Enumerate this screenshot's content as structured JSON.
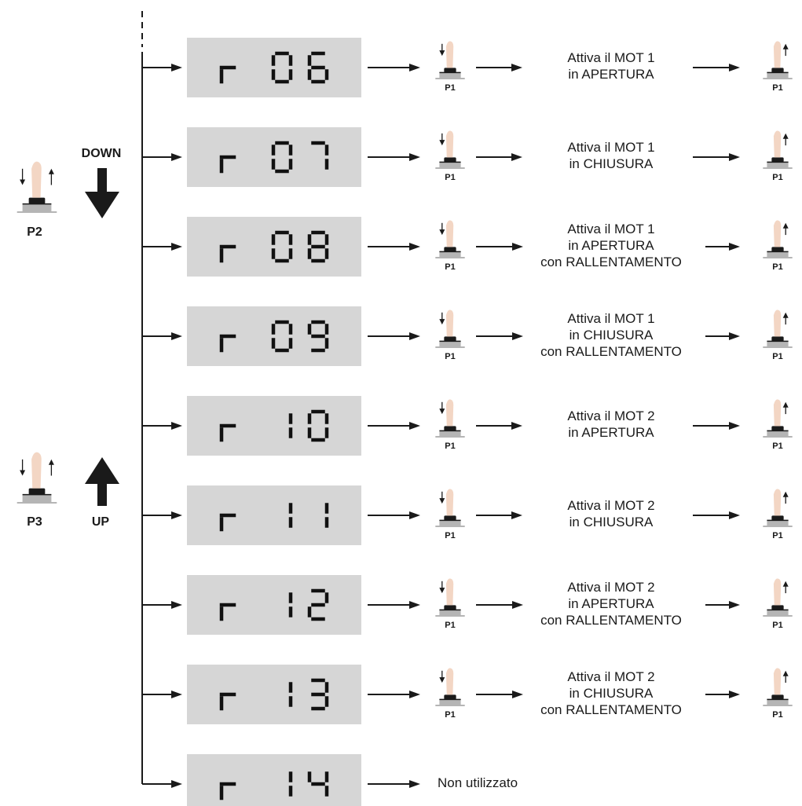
{
  "side_buttons": [
    {
      "label": "P2",
      "direction_label": "DOWN",
      "direction": "down"
    },
    {
      "label": "P3",
      "direction_label": "UP",
      "direction": "up"
    }
  ],
  "confirm_button_label": "P1",
  "colors": {
    "display_bg": "#d6d6d6",
    "segment": "#111111",
    "finger": "#f3d6c4",
    "button_base": "#b5b5b5",
    "line": "#1a1a1a"
  },
  "icons": [
    "finger-press-icon",
    "arrow-right-icon",
    "arrow-down-icon",
    "arrow-up-icon"
  ],
  "rows": [
    {
      "code": "r 06",
      "digits": "06",
      "description": [
        "Attiva il MOT 1",
        "in APERTURA"
      ]
    },
    {
      "code": "r 07",
      "digits": "07",
      "description": [
        "Attiva il MOT 1",
        "in CHIUSURA"
      ]
    },
    {
      "code": "r 08",
      "digits": "08",
      "description": [
        "Attiva il MOT 1",
        "in APERTURA",
        "con RALLENTAMENTO"
      ]
    },
    {
      "code": "r 09",
      "digits": "09",
      "description": [
        "Attiva il MOT 1",
        "in CHIUSURA",
        "con RALLENTAMENTO"
      ]
    },
    {
      "code": "r 10",
      "digits": "10",
      "description": [
        "Attiva il MOT 2",
        "in APERTURA"
      ]
    },
    {
      "code": "r 11",
      "digits": "11",
      "description": [
        "Attiva il MOT 2",
        "in CHIUSURA"
      ]
    },
    {
      "code": "r 12",
      "digits": "12",
      "description": [
        "Attiva il MOT 2",
        "in APERTURA",
        "con RALLENTAMENTO"
      ]
    },
    {
      "code": "r 13",
      "digits": "13",
      "description": [
        "Attiva il MOT 2",
        "in CHIUSURA",
        "con RALLENTAMENTO"
      ]
    },
    {
      "code": "r 14",
      "digits": "14",
      "description": [
        "Non utilizzato"
      ],
      "unused": true
    }
  ]
}
